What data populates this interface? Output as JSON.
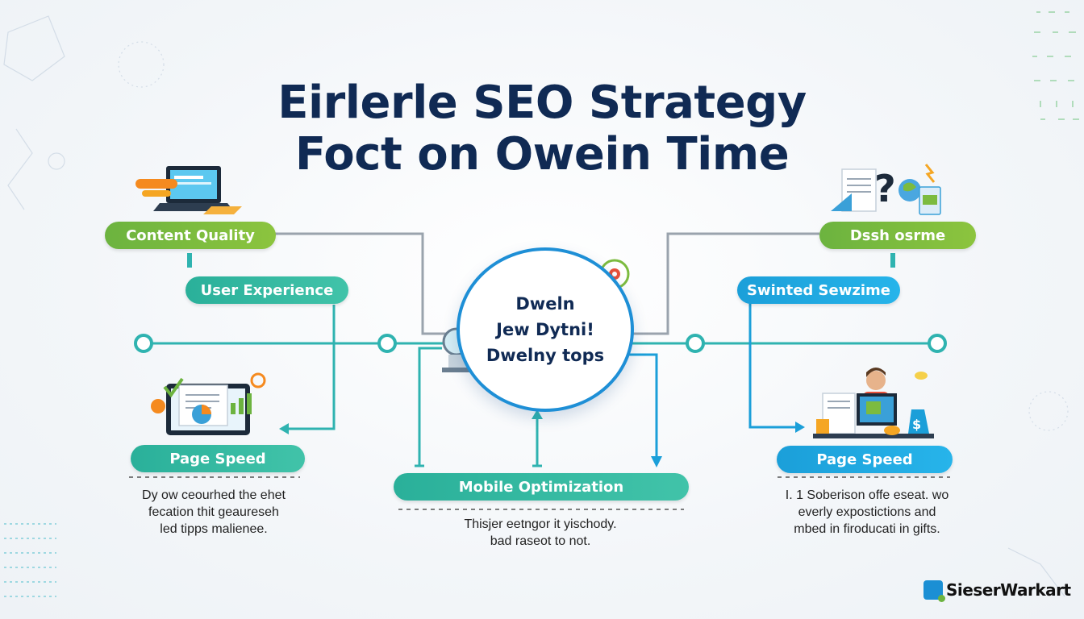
{
  "title": {
    "line1": "Eirlerle SEO Strategy",
    "line2": "Foct on Owein Time"
  },
  "center": {
    "line1": "Dweln",
    "line2": "Jew Dytni!",
    "line3": "Dwelny tops"
  },
  "nodes": {
    "content_quality": "Content Quality",
    "user_experience": "User Experience",
    "page_speed_left": "Page Speed",
    "mobile_optimization": "Mobile Optimization",
    "dash_osrme": "Dssh osrme",
    "swinted": "Swinted Sewzime",
    "page_speed_right": "Page Speed"
  },
  "descriptions": {
    "left": [
      "Dy ow ceourhed the ehet",
      "fecation thit geaureseh",
      "led tipps malienee."
    ],
    "center": [
      "Thisjer eetngor it yischody.",
      "bad raseot to not."
    ],
    "right": [
      "I. 1 Soberison offe eseat. wo",
      "everly expostictions and",
      "mbed in firoducati in gifts."
    ]
  },
  "brand": {
    "name": "SieserWarkart"
  },
  "colors": {
    "navy": "#102a54",
    "green": "#7cbb3f",
    "teal": "#2ab09a",
    "blue": "#1b9fd9",
    "line_gray": "#9aa3ad"
  }
}
